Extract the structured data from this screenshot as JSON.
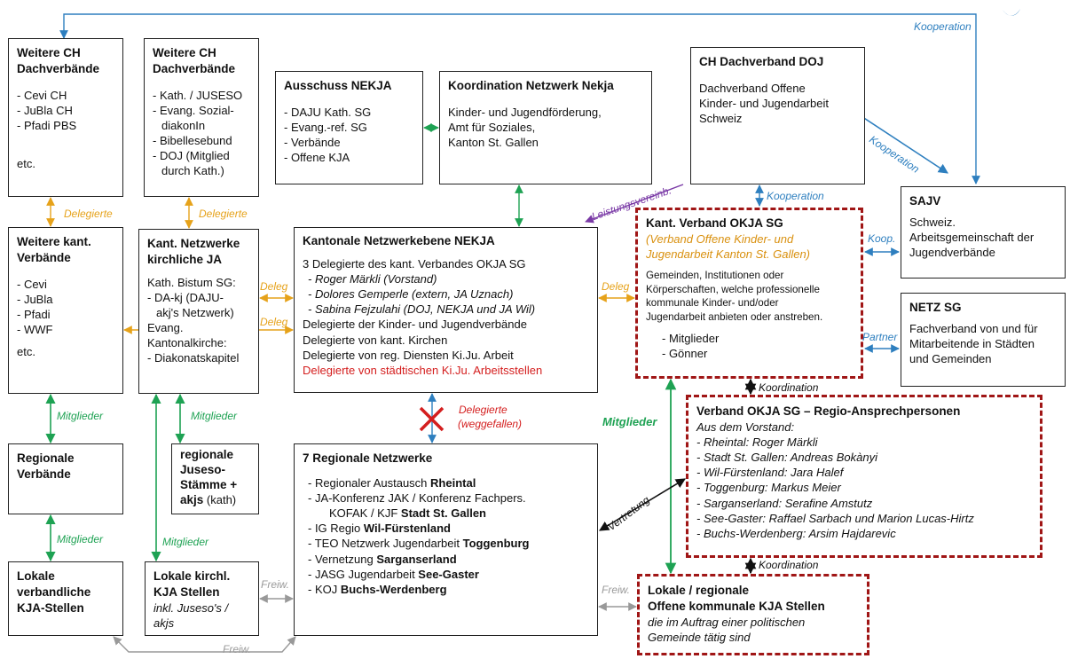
{
  "boxes": {
    "ch1": {
      "title_lines": [
        "Weitere CH",
        "Dachverbände"
      ],
      "items": [
        "- Cevi CH",
        "- JuBla CH",
        "- Pfadi PBS"
      ],
      "footer": "etc."
    },
    "ch2": {
      "title_lines": [
        "Weitere CH",
        "Dachverbände"
      ],
      "items": [
        "- Kath. / JUSESO",
        "- Evang. Sozial-",
        "  diakonIn",
        "- Bibellesebund",
        "- DOJ (Mitglied",
        "  durch Kath.)"
      ]
    },
    "ausschuss": {
      "title": "Ausschuss NEKJA",
      "items": [
        "-  DAJU Kath. SG",
        "-  Evang.-ref. SG",
        "-  Verbände",
        "-  Offene KJA"
      ]
    },
    "koord": {
      "title": "Koordination Netzwerk Nekja",
      "lines": [
        "Kinder- und Jugendförderung,",
        "Amt für Soziales,",
        "Kanton St. Gallen"
      ]
    },
    "doj": {
      "title": "CH Dachverband DOJ",
      "lines": [
        "Dachverband Offene",
        "Kinder- und Jugendarbeit",
        "Schweiz"
      ]
    },
    "sajv": {
      "title": "SAJV",
      "lines": [
        "Schweiz.",
        "Arbeitsgemeinschaft der",
        "Jugendverbände"
      ]
    },
    "kantverb": {
      "title_lines": [
        "Weitere kant.",
        "Verbände"
      ],
      "items": [
        "- Cevi",
        "- JuBla",
        "- Pfadi",
        "- WWF"
      ],
      "footer": "etc."
    },
    "kirchl": {
      "title_lines": [
        "Kant. Netzwerke",
        "kirchliche JA"
      ],
      "lines": [
        "Kath. Bistum SG:",
        "- DA-kj (DAJU-",
        "  akj's Netzwerk)",
        "Evang.",
        "Kantonalkirche:",
        "- Diakonatskapitel"
      ]
    },
    "nekja": {
      "title": "Kantonale Netzwerkebene NEKJA",
      "intro": "3 Delegierte des kant. Verbandes OKJA SG",
      "delegates": [
        "-  Roger Märkli (Vorstand)",
        "-  Dolores Gemperle (extern, JA Uznach)",
        "-  Sabina Fejzulahi (DOJ, NEKJA und JA Wil)"
      ],
      "more": [
        "Delegierte der Kinder- und Jugendverbände",
        "Delegierte von kant. Kirchen",
        "Delegierte von reg. Diensten Ki.Ju. Arbeit"
      ],
      "red": "Delegierte von städtischen Ki.Ju. Arbeitsstellen"
    },
    "okja": {
      "title": "Kant. Verband OKJA SG",
      "subtitle_lines": [
        "(Verband Offene Kinder- und",
        "Jugendarbeit Kanton St. Gallen)"
      ],
      "desc_lines": [
        "Gemeinden, Institutionen oder",
        "Körperschaften, welche professionelle",
        "kommunale Kinder- und/oder",
        "Jugendarbeit anbieten oder anstreben."
      ],
      "items": [
        "-    Mitglieder",
        "-    Gönner"
      ]
    },
    "netz": {
      "title": "NETZ SG",
      "lines": [
        "Fachverband von und für",
        "Mitarbeitende in Städten",
        "und Gemeinden"
      ]
    },
    "regio": {
      "title": "Verband OKJA SG – Regio-Ansprechpersonen",
      "sub": "Aus dem Vorstand:",
      "items": [
        "- Rheintal: Roger Märkli",
        "- Stadt St. Gallen: Andreas Bokànyi",
        "- Wil-Fürstenland: Jara Halef",
        "- Toggenburg: Markus Meier",
        "- Sarganserland: Serafine Amstutz",
        "- See-Gaster: Raffael Sarbach und Marion Lucas-Hirtz",
        "- Buchs-Werdenberg: Arsim Hajdarevic"
      ]
    },
    "regverb": {
      "title_lines": [
        "Regionale",
        "Verbände"
      ]
    },
    "juseso": {
      "title_lines": [
        "regionale",
        "Juseso-",
        "Stämme +"
      ],
      "last_bold": "akjs",
      "last_rest": " (kath)"
    },
    "regnetz": {
      "title": "7 Regionale Netzwerke",
      "rows": [
        {
          "pre": "-  Regionaler Austausch ",
          "bold": "Rheintal"
        },
        {
          "pre": "-  JA-Konferenz JAK / Konferenz Fachpers.",
          "bold": ""
        },
        {
          "pre": "     KOFAK / KJF ",
          "bold": "Stadt St. Gallen"
        },
        {
          "pre": "-  IG Regio ",
          "bold": "Wil-Fürstenland"
        },
        {
          "pre": "-  TEO Netzwerk Jugendarbeit ",
          "bold": "Toggenburg"
        },
        {
          "pre": "-  Vernetzung ",
          "bold": "Sarganserland"
        },
        {
          "pre": "-  JASG Jugendarbeit ",
          "bold": "See-Gaster"
        },
        {
          "pre": "-  KOJ ",
          "bold": "Buchs-Werdenberg"
        }
      ]
    },
    "lokverb": {
      "title_lines": [
        "Lokale",
        "verbandliche",
        "KJA-Stellen"
      ]
    },
    "lokkirch": {
      "title_lines": [
        "Lokale kirchl.",
        "KJA Stellen"
      ],
      "it_lines": [
        "inkl. Juseso's /",
        "akjs"
      ]
    },
    "lokoff": {
      "title_lines": [
        "Lokale / regionale",
        "Offene kommunale KJA Stellen"
      ],
      "it_lines": [
        "die im Auftrag einer politischen",
        "Gemeinde tätig sind"
      ]
    }
  },
  "labels": {
    "kooperation_top": "Kooperation",
    "kooperation_diag": "Kooperation",
    "kooperation_mid": "Kooperation",
    "koop": "Koop.",
    "partner": "Partner",
    "leistung": "Leistungsvereinb.",
    "delegierte_1": "Delegierte",
    "delegierte_2": "Delegierte",
    "deleg_1": "Deleg",
    "deleg_2": "Deleg",
    "deleg_3": "Deleg",
    "mitglieder_1": "Mitglieder",
    "mitglieder_2": "Mitglieder",
    "mitglieder_3": "Mitglieder",
    "mitglieder_4": "Mitglieder",
    "mitglieder_big": "Mitglieder",
    "koordination_1": "Koordination",
    "koordination_2": "Koordination",
    "vertretung": "Vertretung",
    "freiw_1": "Freiw.",
    "freiw_2": "Freiw.",
    "freiw_3": "Freiw.",
    "deleg_weg_1": "Delegierte",
    "deleg_weg_2": "(weggefallen)"
  },
  "colors": {
    "blue": "#2e7fbf",
    "green": "#1ea253",
    "orange": "#e6a21a",
    "grey": "#999999",
    "purple": "#7a3aa6",
    "dashed_red": "#a01616",
    "red": "#d41e1e"
  }
}
